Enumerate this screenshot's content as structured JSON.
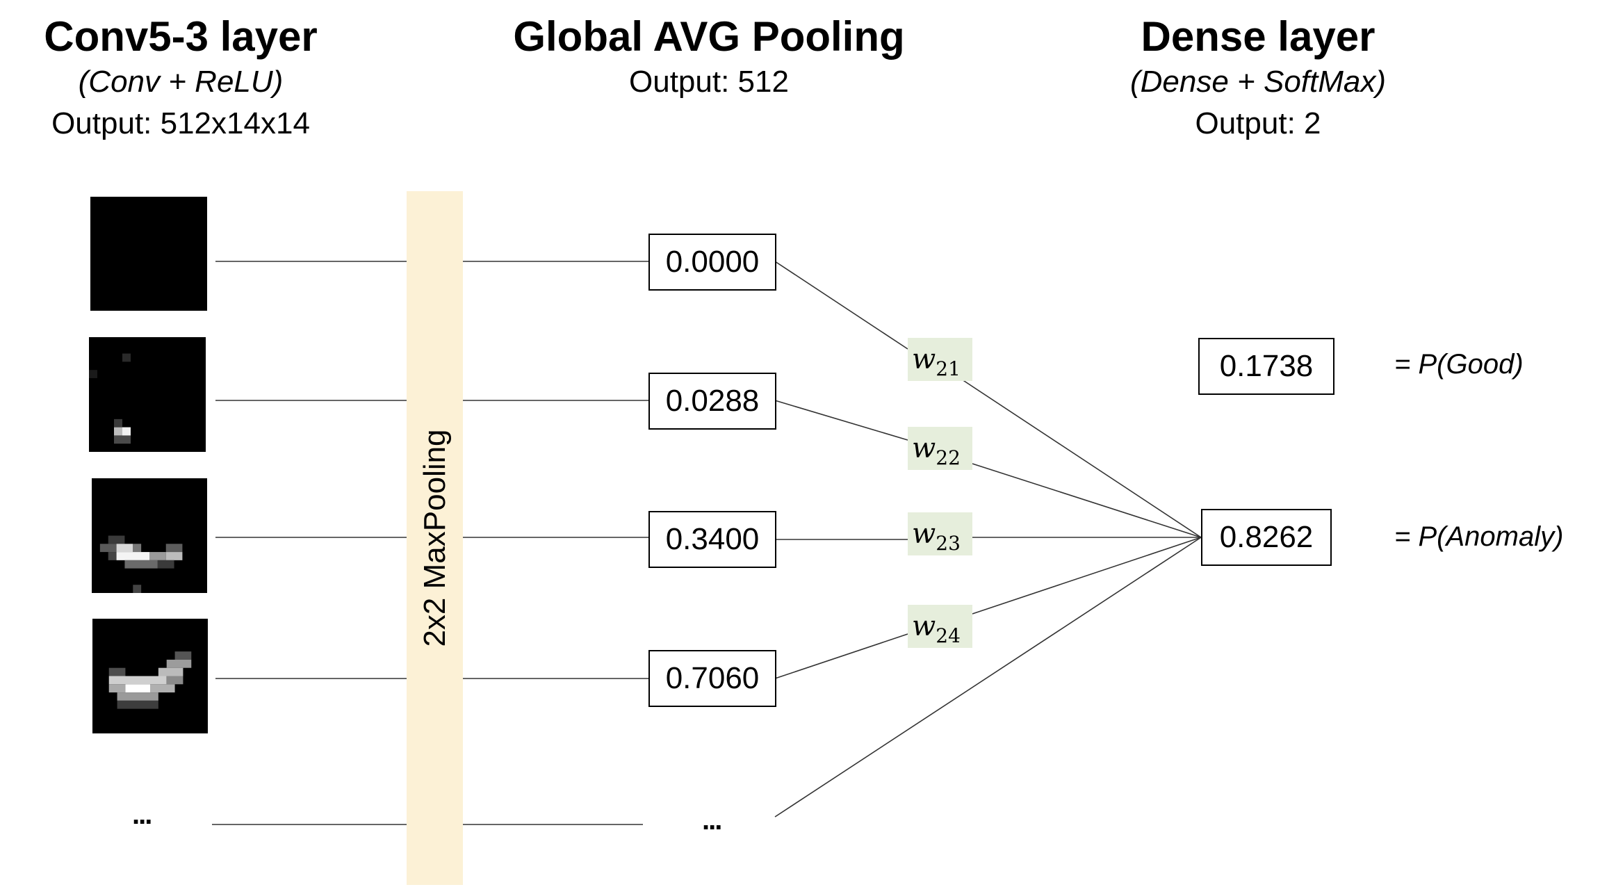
{
  "columns": {
    "conv": {
      "title": "Conv5-3 layer",
      "subtitle": "(Conv + ReLU)",
      "output": "Output: 512x14x14"
    },
    "gap": {
      "title": "Global AVG Pooling",
      "output": "Output: 512"
    },
    "dense": {
      "title": "Dense layer",
      "subtitle": "(Dense + SoftMax)",
      "output": "Output: 2"
    }
  },
  "pooling_label": "2x2 MaxPooling",
  "gap_values": [
    "0.0000",
    "0.0288",
    "0.3400",
    "0.7060"
  ],
  "ellipsis": "...",
  "weights": [
    {
      "symbol": "w",
      "index": "21"
    },
    {
      "symbol": "w",
      "index": "22"
    },
    {
      "symbol": "w",
      "index": "23"
    },
    {
      "symbol": "w",
      "index": "24"
    }
  ],
  "outputs": [
    {
      "value": "0.1738",
      "label": "= P(Good)"
    },
    {
      "value": "0.8262",
      "label": "= P(Anomaly)"
    }
  ],
  "colors": {
    "pooling_bar": "#fcf1d6",
    "weight_bg": "#e6eedc",
    "feature_map_bg": "#000000"
  }
}
